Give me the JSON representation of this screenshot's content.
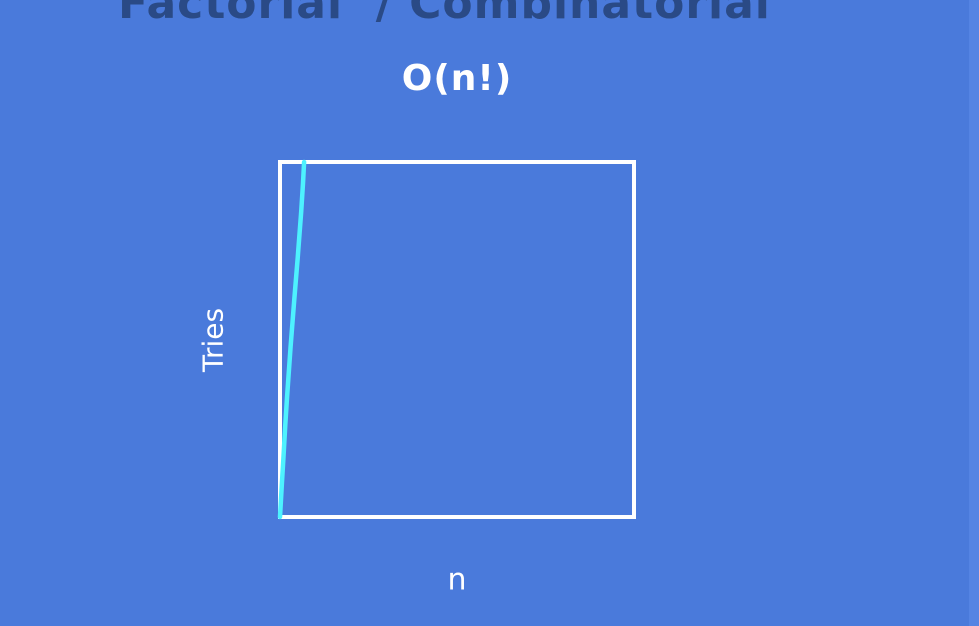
{
  "heading": "Factorial  / Combinatorial",
  "chart_data": {
    "type": "line",
    "title": "O(n!)",
    "xlabel": "n",
    "ylabel": "Tries",
    "grid": false,
    "series": [
      {
        "color": "#4df2ff",
        "x": [
          0,
          0.005,
          0.01,
          0.015,
          0.02,
          0.03,
          0.04,
          0.05,
          0.06,
          0.065,
          0.068
        ],
        "y": [
          0,
          0.09,
          0.17,
          0.26,
          0.34,
          0.48,
          0.61,
          0.73,
          0.86,
          0.94,
          1.0
        ]
      }
    ],
    "xlim": [
      0,
      1
    ],
    "ylim": [
      0,
      1
    ]
  },
  "colors": {
    "background": "#4a7adb",
    "heading": "#2a4a86",
    "frame": "#ffffff",
    "curve": "#4df2ff"
  }
}
